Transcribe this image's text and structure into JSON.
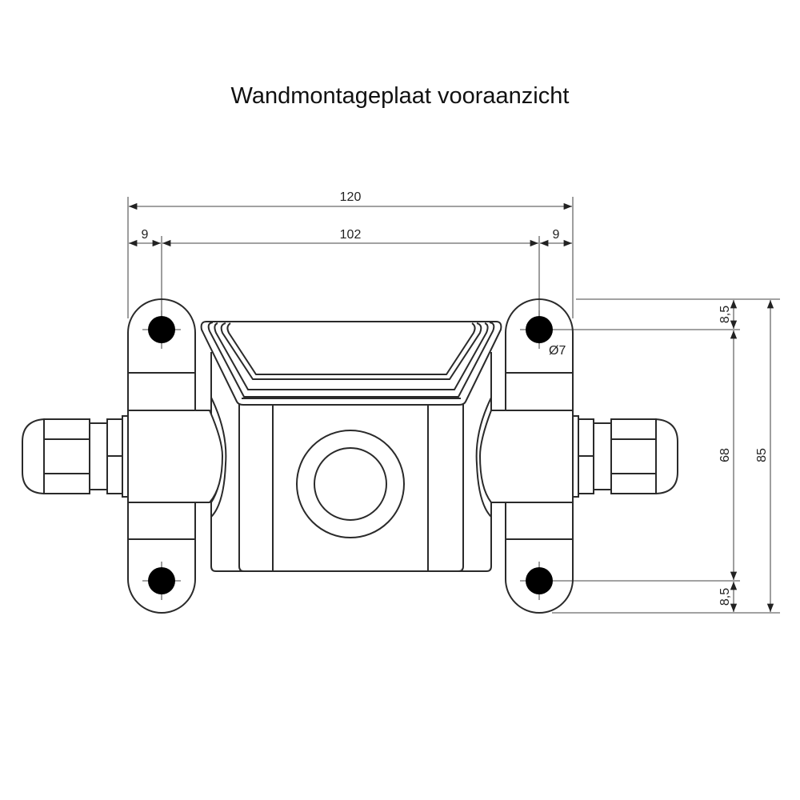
{
  "title": "Wandmontageplaat vooraanzicht",
  "dimensions": {
    "overall_width": "120",
    "hole_spacing_width": "102",
    "left_offset": "9",
    "right_offset": "9",
    "hole_spacing_height": "68",
    "overall_height": "85",
    "top_offset": "8,5",
    "bottom_offset": "8,5",
    "hole_diameter": "Ø7"
  },
  "colors": {
    "line": "#2a2a2a",
    "dimension_line": "#6a6a6a",
    "hole_fill": "#000000",
    "background": "#ffffff"
  }
}
